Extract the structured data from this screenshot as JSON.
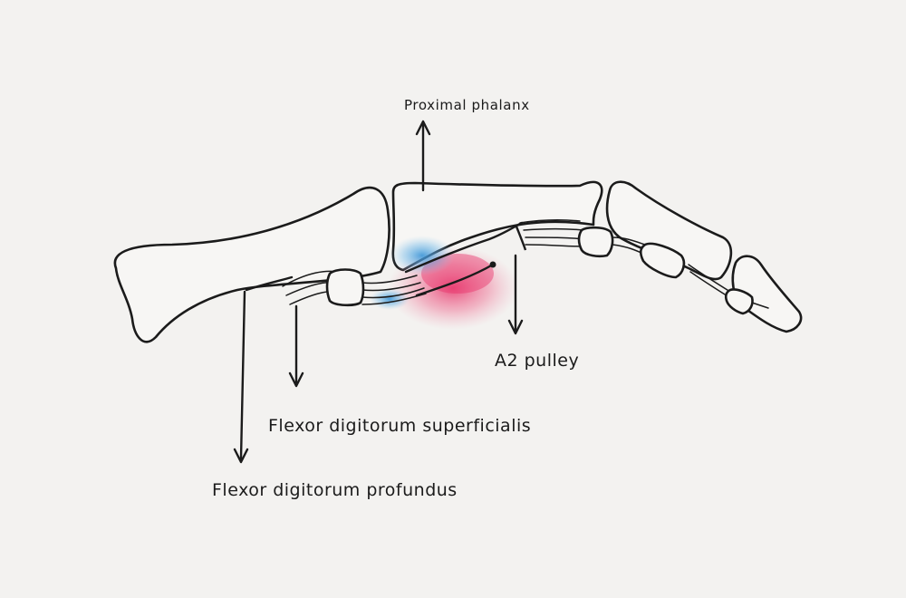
{
  "labels": {
    "proximal_phalanx": "Proximal phalanx",
    "a2_pulley": "A2 pulley",
    "fds": "Flexor digitorum superficialis",
    "fdp": "Flexor digitorum profundus"
  },
  "colors": {
    "ink": "#1b1b1b",
    "paper": "#f3f2f0",
    "injury_red": "#e8336b",
    "injury_blue": "#2f8fd6"
  }
}
